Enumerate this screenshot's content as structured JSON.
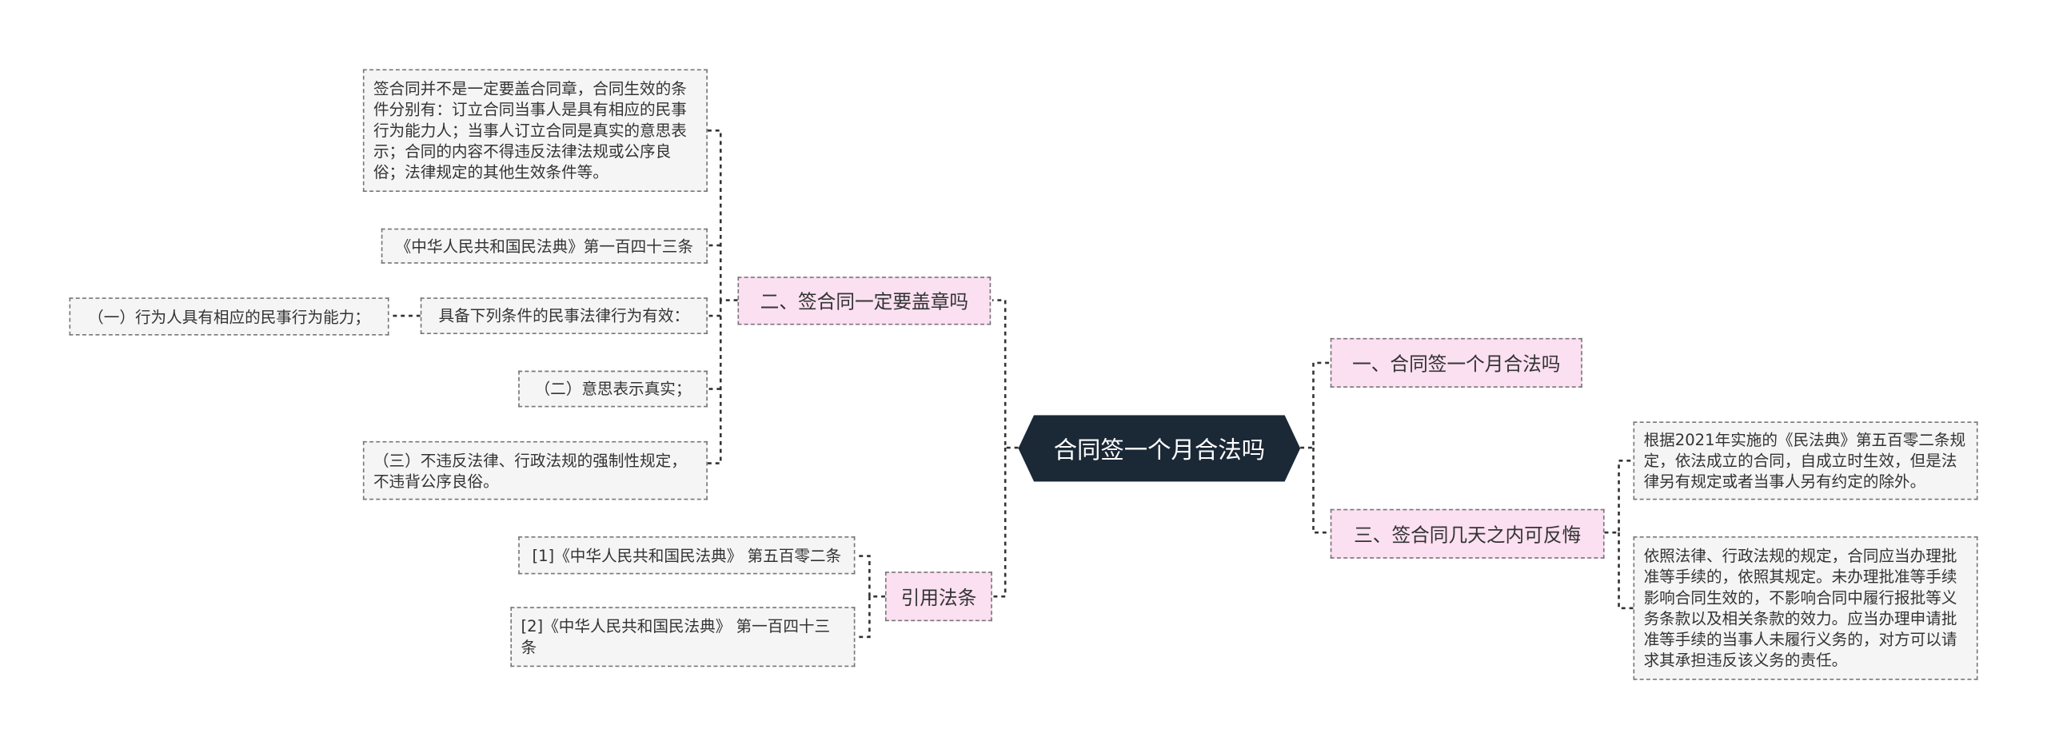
{
  "root": {
    "label": "合同签一个月合法吗"
  },
  "topics": {
    "t1": {
      "label": "一、合同签一个月合法吗"
    },
    "t2": {
      "label": "二、签合同一定要盖章吗"
    },
    "t3": {
      "label": "三、签合同几天之内可反悔"
    },
    "t4": {
      "label": "引用法条"
    }
  },
  "leaves": {
    "conditions_text": "签合同并不是一定要盖合同章，合同生效的条件分别有：订立合同当事人是具有相应的民事行为能力人；当事人订立合同是真实的意思表示；合同的内容不得违反法律法规或公序良俗；法律规定的其他生效条件等。",
    "civil_code_143": "《中华人民共和国民法典》第一百四十三条",
    "valid_conditions": "具备下列条件的民事法律行为有效：",
    "item_1": "（一）行为人具有相应的民事行为能力；",
    "item_2": "（二）意思表示真实；",
    "item_3": "（三）不违反法律、行政法规的强制性规定，不违背公序良俗。",
    "ref_1": "[1]《中华人民共和国民法典》 第五百零二条",
    "ref_2": "[2]《中华人民共和国民法典》 第一百四十三条",
    "art_502_text": "根据2021年实施的《民法典》第五百零二条规定，依法成立的合同，自成立时生效，但是法律另有规定或者当事人另有约定的除外。",
    "approval_text": "依照法律、行政法规的规定，合同应当办理批准等手续的，依照其规定。未办理批准等手续影响合同生效的，不影响合同中履行报批等义务条款以及相关条款的效力。应当办理申请批准等手续的当事人未履行义务的，对方可以请求其承担违反该义务的责任。"
  },
  "colors": {
    "root_bg": "#1b2836",
    "topic_bg": "#fbe0f1",
    "leaf_bg": "#f5f5f5",
    "connector": "#333333"
  }
}
